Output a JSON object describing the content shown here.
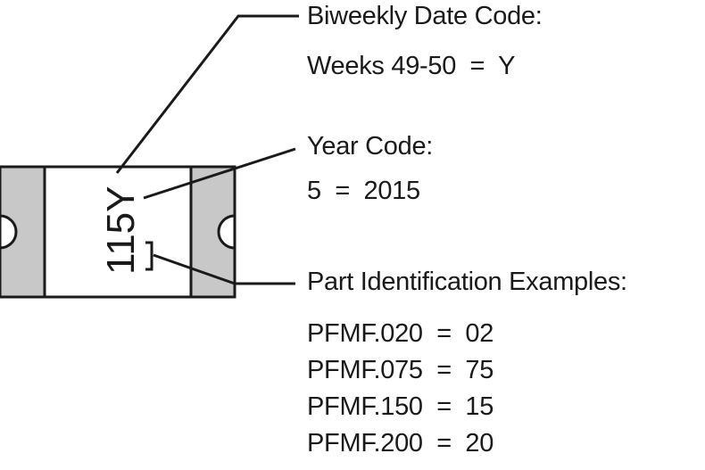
{
  "component": {
    "marking": "115Y"
  },
  "callouts": {
    "date_code": {
      "title": "Biweekly Date Code:",
      "lines": [
        "Weeks 49-50  =  Y"
      ]
    },
    "year_code": {
      "title": "Year Code:",
      "lines": [
        "5  =  2015"
      ]
    },
    "part_id": {
      "title": "Part Identification Examples:",
      "lines": [
        "PFMF.020  =  02",
        "PFMF.075  =  75",
        "PFMF.150  =  15",
        "PFMF.200  =  20"
      ]
    }
  }
}
